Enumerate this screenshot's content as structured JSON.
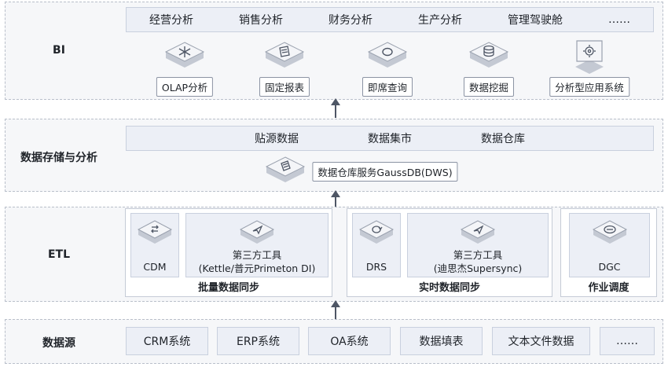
{
  "layers": {
    "bi": "BI",
    "storage": "数据存储与分析",
    "etl": "ETL",
    "source": "数据源"
  },
  "bi_bar": [
    "经营分析",
    "销售分析",
    "财务分析",
    "生产分析",
    "管理驾驶舱",
    "……"
  ],
  "bi_tools": [
    {
      "label": "OLAP分析",
      "icon": "snowflake-icon"
    },
    {
      "label": "固定报表",
      "icon": "report-icon"
    },
    {
      "label": "即席查询",
      "icon": "query-icon"
    },
    {
      "label": "数据挖掘",
      "icon": "database-icon"
    },
    {
      "label": "分析型应用系统",
      "icon": "monitor-icon"
    }
  ],
  "storage_bar": [
    "贴源数据",
    "数据集市",
    "数据仓库"
  ],
  "storage_service": {
    "label": "数据仓库服务GaussDB(DWS)",
    "icon": "dws-icon"
  },
  "etl": {
    "batch": {
      "title": "批量数据同步",
      "tools": [
        {
          "name": "CDM",
          "icon": "cdm-icon"
        },
        {
          "name": "第三方工具",
          "sub": "(Kettle/普元Primeton DI)",
          "icon": "plane-icon"
        }
      ]
    },
    "realtime": {
      "title": "实时数据同步",
      "tools": [
        {
          "name": "DRS",
          "icon": "drs-icon"
        },
        {
          "name": "第三方工具",
          "sub": "(迪思杰Supersync)",
          "icon": "plane-icon"
        }
      ]
    },
    "schedule": {
      "title": "作业调度",
      "tools": [
        {
          "name": "DGC",
          "icon": "dgc-icon"
        }
      ]
    }
  },
  "sources": [
    "CRM系统",
    "ERP系统",
    "OA系统",
    "数据填表",
    "文本文件数据",
    "……"
  ],
  "colors": {
    "panel": "#f6f7f9",
    "bar": "#eceff6",
    "border": "#c9d0de",
    "arrow": "#4e5665",
    "icon_top": "#f4f5f8",
    "icon_side": "#c4c9d3"
  }
}
